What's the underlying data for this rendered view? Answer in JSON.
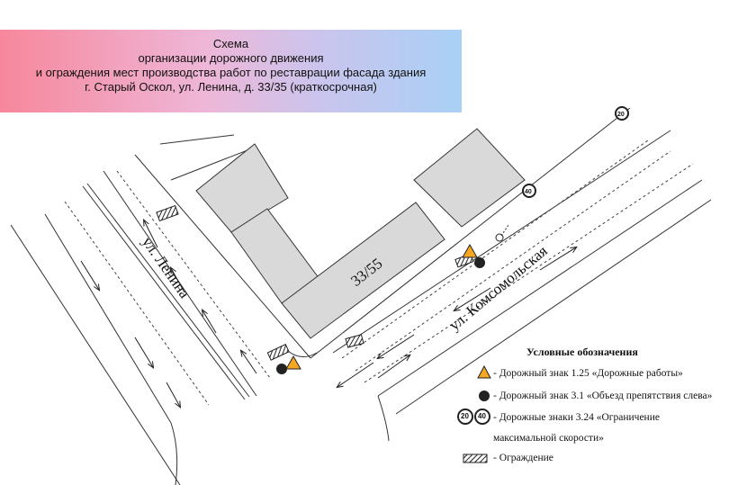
{
  "header": {
    "line1": "Схема",
    "line2": "организации дорожного движения",
    "line3": "и ограждения мест производства работ по реставрации фасада здания",
    "line4": "г. Старый Оскол, ул. Ленина, д. 33/35 (краткосрочная)"
  },
  "map": {
    "street_lenina": "ул. Ленина",
    "street_komsomolskaya": "ул. Комсомольская",
    "building_number": "33/55",
    "sign_speed_40": "40",
    "sign_speed_20": "20",
    "colors": {
      "building": "#d9d9d9",
      "line": "#333333"
    }
  },
  "legend": {
    "title": "Условные обозначения",
    "item_roadworks": "- Дорожный знак 1.25 «Дорожные работы»",
    "item_detour": "- Дорожный знак 3.1 «Объезд препятствия слева»",
    "item_speed_line1": "- Дорожные знаки 3.24 «Ограничение",
    "item_speed_line2": "максимальной скорости»",
    "item_fence": "- Ограждение",
    "speed_a": "20",
    "speed_b": "40"
  }
}
